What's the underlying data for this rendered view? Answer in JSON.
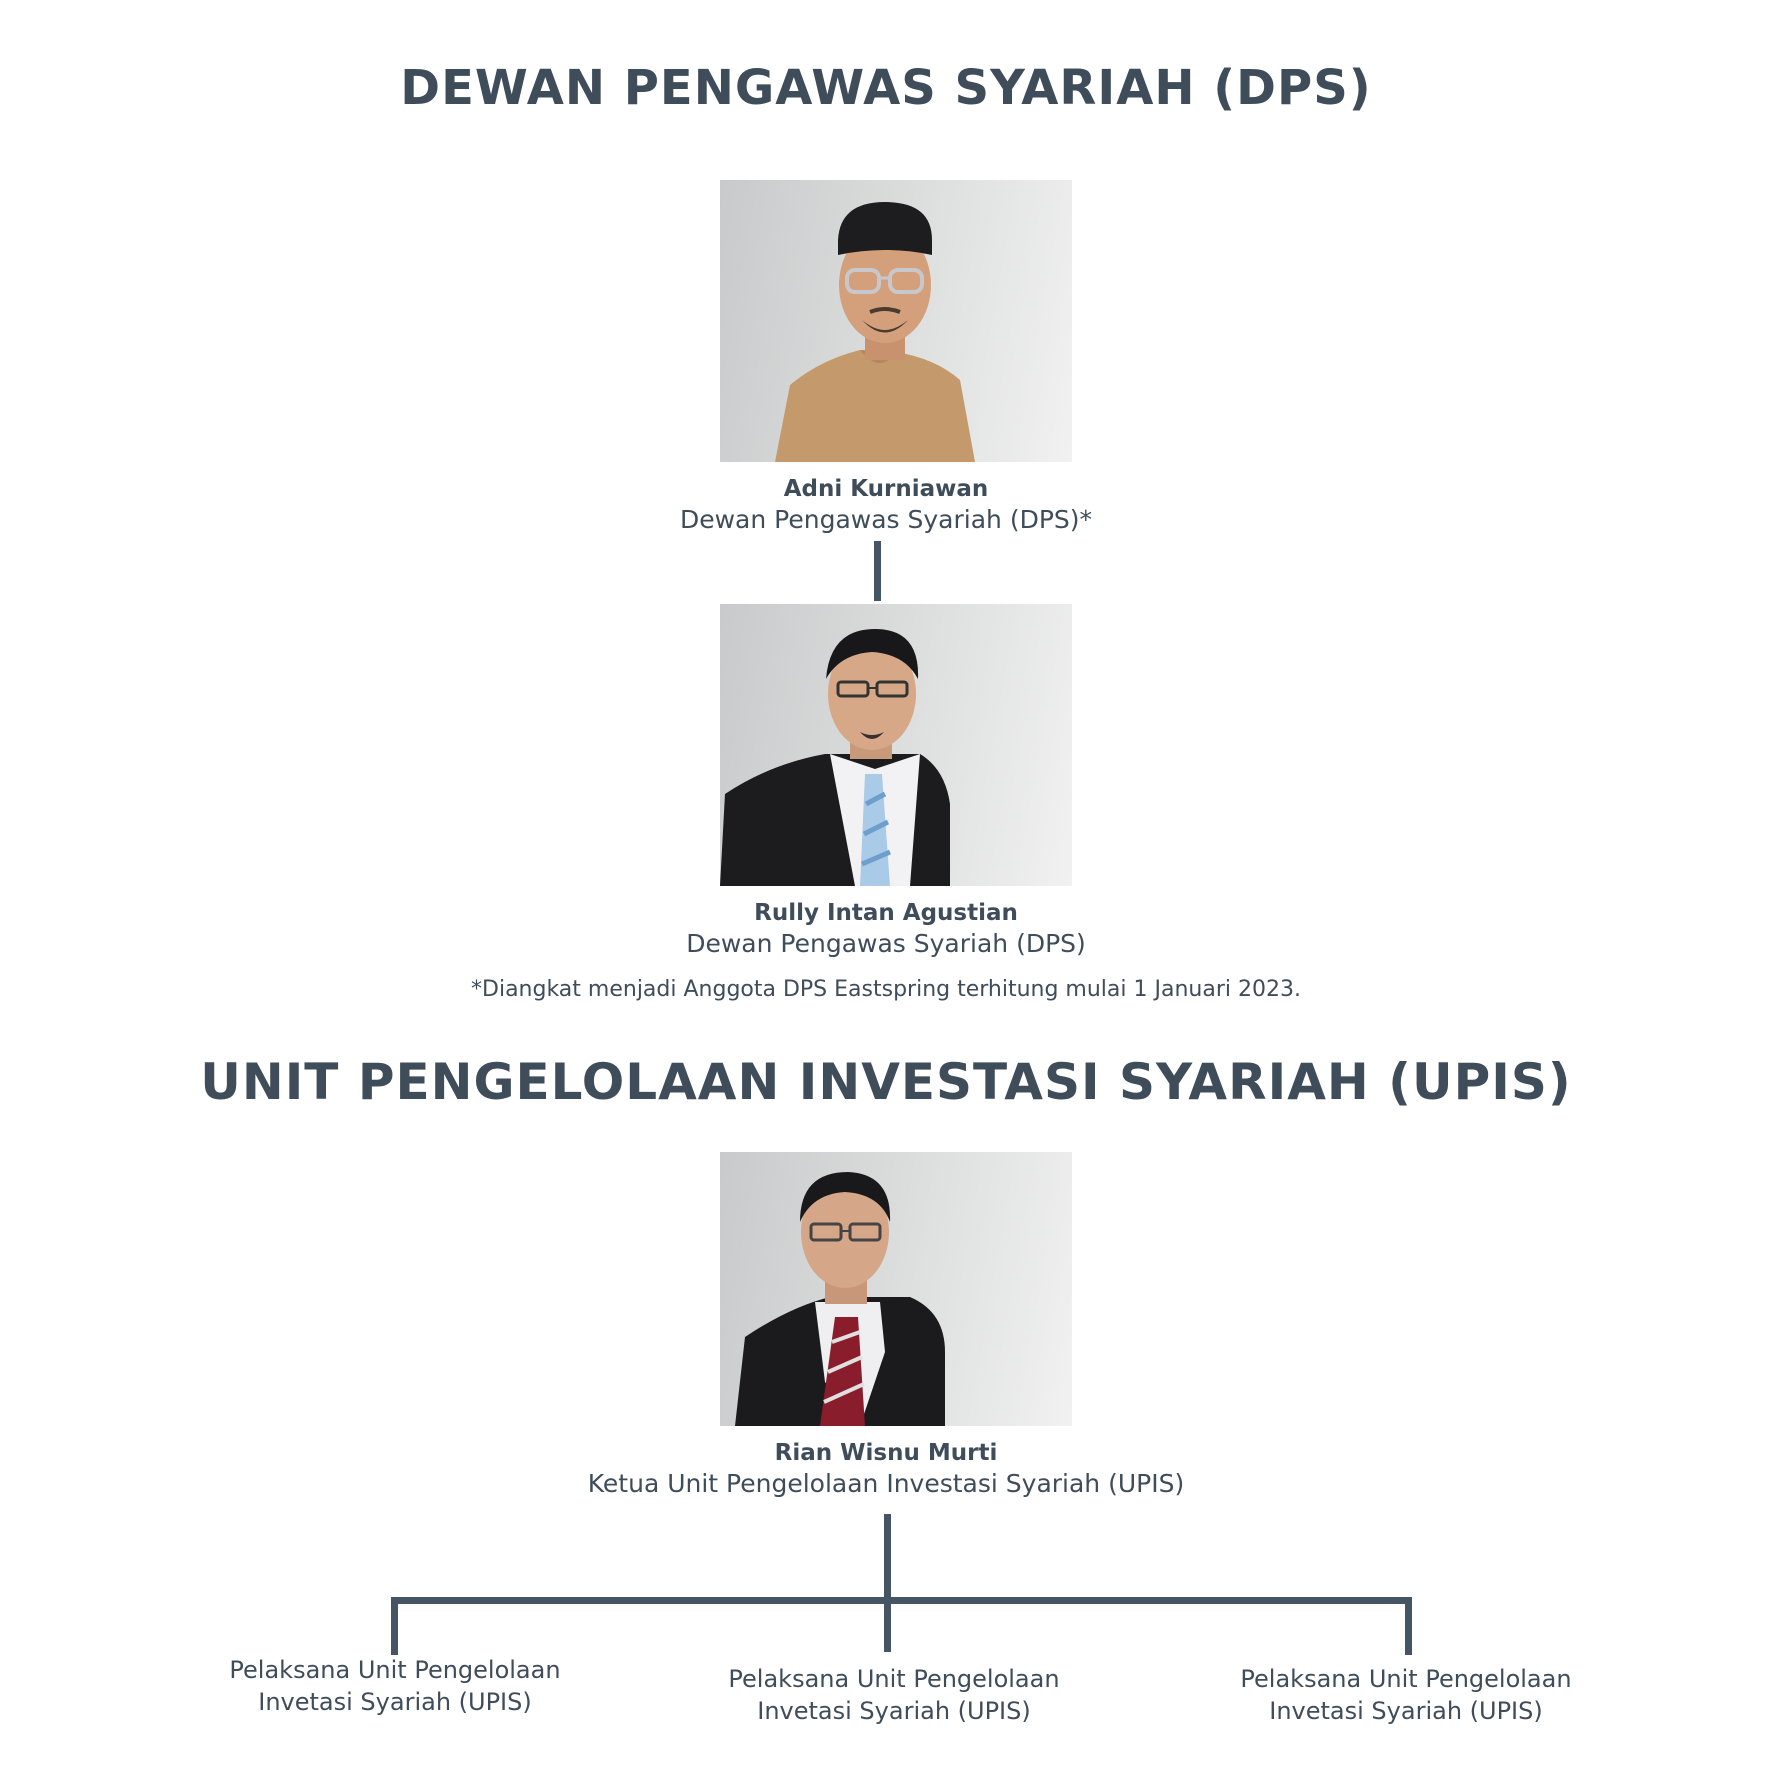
{
  "dps": {
    "title": "DEWAN PENGAWAS SYARIAH (DPS)",
    "members": [
      {
        "name": "Adni Kurniawan",
        "role": "Dewan Pengawas Syariah (DPS)*"
      },
      {
        "name": "Rully Intan Agustian",
        "role": "Dewan Pengawas Syariah (DPS)"
      }
    ],
    "footnote": "*Diangkat menjadi Anggota DPS Eastspring terhitung mulai 1 Januari 2023."
  },
  "upis": {
    "title": "UNIT PENGELOLAAN INVESTASI SYARIAH (UPIS)",
    "head": {
      "name": "Rian Wisnu Murti",
      "role": "Ketua Unit Pengelolaan Investasi Syariah (UPIS)"
    },
    "executors": [
      {
        "line1": "Pelaksana Unit Pengelolaan",
        "line2": "Invetasi Syariah (UPIS)"
      },
      {
        "line1": "Pelaksana Unit Pengelolaan",
        "line2": "Invetasi Syariah (UPIS)"
      },
      {
        "line1": "Pelaksana Unit Pengelolaan",
        "line2": "Invetasi Syariah (UPIS)"
      }
    ]
  },
  "colors": {
    "text": "#3f4c5a",
    "connector": "#465563"
  }
}
